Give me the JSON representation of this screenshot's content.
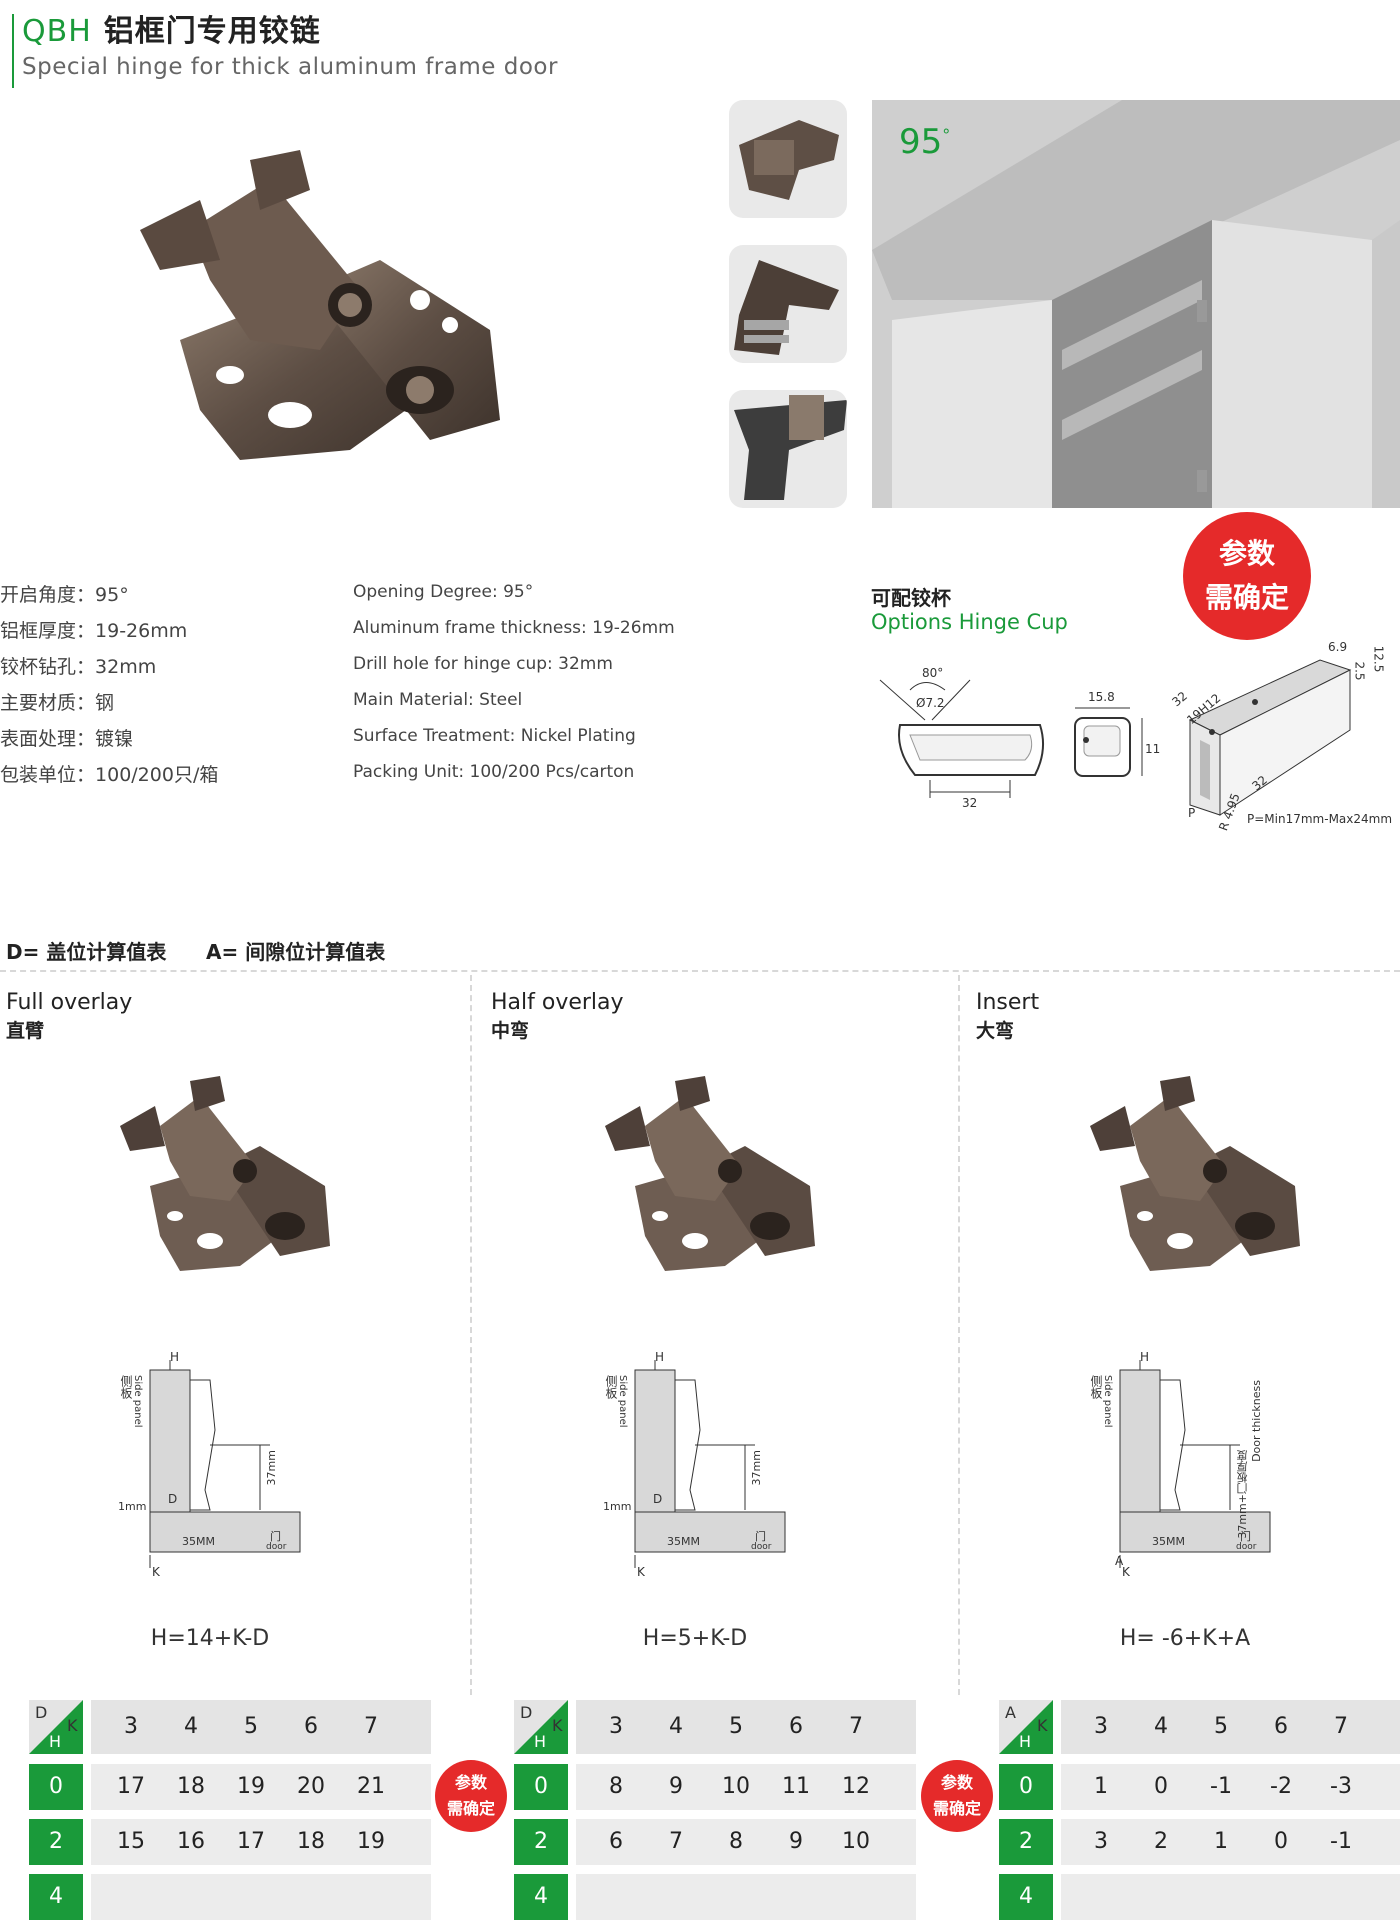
{
  "header": {
    "code": "QBH",
    "title_cn": "铝框门专用铰链",
    "subtitle": "Special hinge for thick aluminum frame door"
  },
  "colors": {
    "accent": "#1a9a3a",
    "badge": "#e52a2a",
    "hinge": "#6e5d52"
  },
  "scene": {
    "angle": "95",
    "degree_symbol": "°"
  },
  "specs": {
    "cn": [
      {
        "label": "开启角度：",
        "value": "95°"
      },
      {
        "label": "铝框厚度：",
        "value": "19-26mm"
      },
      {
        "label": "铰杯钻孔：",
        "value": "32mm"
      },
      {
        "label": "主要材质：",
        "value": "钢"
      },
      {
        "label": "表面处理：",
        "value": "镀镍"
      },
      {
        "label": "包装单位：",
        "value": "100/200只/箱"
      }
    ],
    "en": [
      "Opening Degree: 95°",
      "Aluminum frame thickness: 19-26mm",
      "Drill hole for hinge cup: 32mm",
      "Main Material: Steel",
      "Surface Treatment: Nickel Plating",
      "Packing Unit: 100/200 Pcs/carton"
    ]
  },
  "cup": {
    "title_cn": "可配铰杯",
    "title_en": "Options Hinge Cup",
    "badge_line1": "参数",
    "badge_line2": "需确定",
    "dims": {
      "angle": "80°",
      "dia": "Ø7.2",
      "width": "32",
      "w158": "15.8",
      "h11": "11",
      "d32a": "32",
      "d19": "19H12",
      "d69": "6.9",
      "d25": "2.5",
      "d125": "12.5",
      "d32b": "32",
      "r495": "R 4.95",
      "p": "P",
      "prange": "P=Min17mm-Max24mm"
    }
  },
  "legend": {
    "d_label": "D= 盖位计算值表",
    "a_label": "A= 间隙位计算值表"
  },
  "columns": [
    {
      "title": "Full overlay",
      "sub": "直臂",
      "formula": "H=14+K-D",
      "corner_top": "D",
      "corner_bottom": "H",
      "diagram": {
        "h": "H",
        "side_cn": "侧板",
        "side_en": "Side panel",
        "mm1": "1mm",
        "d": "D",
        "m37": "37mm",
        "m35": "35MM",
        "door_cn": "门",
        "door_en": "door",
        "k": "K"
      },
      "k_values": [
        "3",
        "4",
        "5",
        "6",
        "7"
      ],
      "rows": [
        {
          "h": "0",
          "values": [
            "17",
            "18",
            "19",
            "20",
            "21"
          ]
        },
        {
          "h": "2",
          "values": [
            "15",
            "16",
            "17",
            "18",
            "19"
          ]
        },
        {
          "h": "4",
          "values": []
        }
      ]
    },
    {
      "title": "Half overlay",
      "sub": "中弯",
      "formula": "H=5+K-D",
      "corner_top": "D",
      "corner_bottom": "H",
      "diagram": {
        "h": "H",
        "side_cn": "侧板",
        "side_en": "Side panel",
        "mm1": "1mm",
        "d": "D",
        "m37": "37mm",
        "m35": "35MM",
        "door_cn": "门",
        "door_en": "door",
        "k": "K"
      },
      "k_values": [
        "3",
        "4",
        "5",
        "6",
        "7"
      ],
      "rows": [
        {
          "h": "0",
          "values": [
            "8",
            "9",
            "10",
            "11",
            "12"
          ]
        },
        {
          "h": "2",
          "values": [
            "6",
            "7",
            "8",
            "9",
            "10"
          ]
        },
        {
          "h": "4",
          "values": []
        }
      ]
    },
    {
      "title": "Insert",
      "sub": "大弯",
      "formula": "H= -6+K+A",
      "corner_top": "A",
      "corner_bottom": "H",
      "diagram": {
        "h": "H",
        "side_cn": "侧板",
        "side_en": "Side panel",
        "m37": "37mm+门板厚度",
        "door_thick": "Door thickness",
        "m35": "35MM",
        "door_cn": "门",
        "door_en": "door",
        "k": "K",
        "a": "A"
      },
      "k_values": [
        "3",
        "4",
        "5",
        "6",
        "7"
      ],
      "rows": [
        {
          "h": "0",
          "values": [
            "1",
            "0",
            "-1",
            "-2",
            "-3"
          ]
        },
        {
          "h": "2",
          "values": [
            "3",
            "2",
            "1",
            "0",
            "-1"
          ]
        },
        {
          "h": "4",
          "values": []
        }
      ]
    }
  ],
  "mid_badge": {
    "line1": "参数",
    "line2": "需确定"
  }
}
